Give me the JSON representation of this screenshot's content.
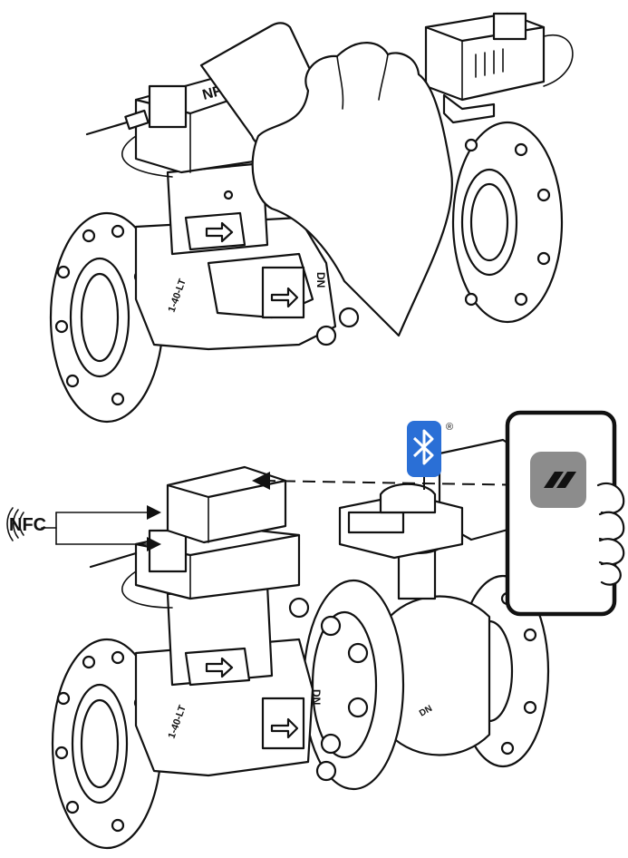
{
  "figure": {
    "top_scene": {
      "device_marking_nfc": "NFC",
      "valve_body_marking": "DN",
      "valve_side_marking": "1-40-LT"
    },
    "bottom_scene": {
      "nfc_label": "NFC",
      "bluetooth_registered_mark": "®",
      "valve_body_marking": "DN",
      "valve_side_marking": "1-40-LT",
      "ball_valve_marking": "DN"
    },
    "colors": {
      "line": "#111111",
      "bluetooth_badge": "#2a6fd6",
      "app_tile": "#8c8c8c",
      "background": "#ffffff"
    },
    "icons": [
      "nfc-icon",
      "bluetooth-icon",
      "app-logo-icon",
      "smartphone-icon",
      "hand-icon",
      "arrow-icon"
    ]
  }
}
